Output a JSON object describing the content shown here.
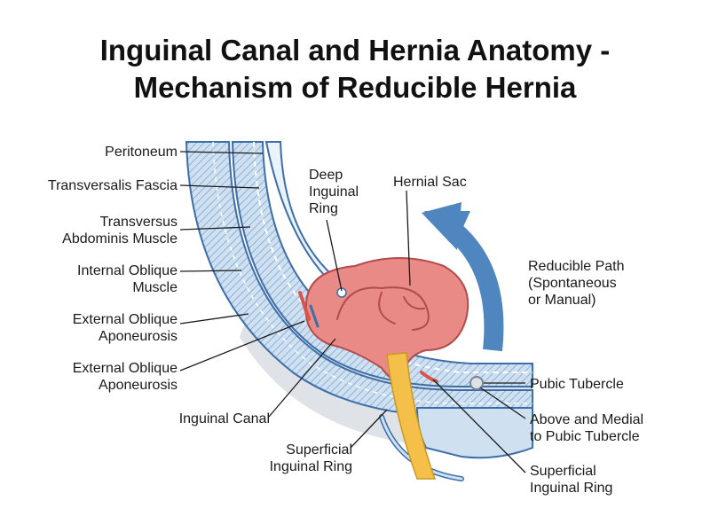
{
  "title": {
    "line1": "Inguinal Canal and Hernia Anatomy -",
    "line2": "Mechanism of Reducible Hernia"
  },
  "labels": {
    "peritoneum": "Peritoneum",
    "transversalis_fascia": "Transversalis Fascia",
    "transversus_1": "Transversus",
    "transversus_2": "Abdominis Muscle",
    "internal_oblique_1": "Internal Oblique",
    "internal_oblique_2": "Muscle",
    "external_oblique_a_1": "External Oblique",
    "external_oblique_a_2": "Aponeurosis",
    "external_oblique_b_1": "External Oblique",
    "external_oblique_b_2": "Aponeurosis",
    "inguinal_canal": "Inguinal Canal",
    "superficial_ring_left_1": "Superficial",
    "superficial_ring_left_2": "Inguinal Ring",
    "deep_ring_1": "Deep",
    "deep_ring_2": "Inguinal",
    "deep_ring_3": "Ring",
    "hernial_sac": "Hernial Sac",
    "reducible_path_1": "Reducible Path",
    "reducible_path_2": "(Spontaneous",
    "reducible_path_3": "or Manual)",
    "pubic_tubercle": "Pubic Tubercle",
    "above_medial_1": "Above and Medial",
    "above_medial_2": "to Pubic Tubercle",
    "superficial_ring_right_1": "Superficial",
    "superficial_ring_right_2": "Inguinal Ring"
  },
  "colors": {
    "wall_fill": "#cfe0f1",
    "wall_stroke": "#3d6ea8",
    "muscle_hatch": "#8fb1d6",
    "cavity": "#dfe3e8",
    "sac": "#e98a86",
    "sac_stroke": "#b24c4c",
    "cord": "#f4c04a",
    "arrow": "#4f86bf"
  }
}
